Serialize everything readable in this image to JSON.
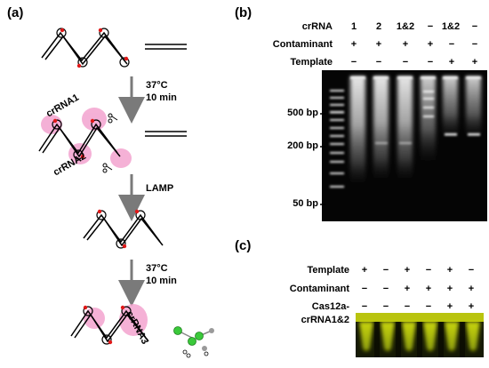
{
  "panel_a": {
    "label": "(a)",
    "step1": {
      "temp": "37°C",
      "time": "10 min"
    },
    "step2": {
      "name": "LAMP"
    },
    "step3": {
      "temp": "37°C",
      "time": "10 min"
    },
    "crrna1": "crRNA1",
    "crrna2": "crRNA2",
    "crrna3": "crRNA3"
  },
  "panel_b": {
    "label": "(b)",
    "row_labels": [
      "crRNA",
      "Contaminant",
      "Template"
    ],
    "columns": [
      {
        "crrna": "1",
        "contaminant": "+",
        "template": "−"
      },
      {
        "crrna": "2",
        "contaminant": "+",
        "template": "−"
      },
      {
        "crrna": "1&2",
        "contaminant": "+",
        "template": "−"
      },
      {
        "crrna": "−",
        "contaminant": "+",
        "template": "−"
      },
      {
        "crrna": "1&2",
        "contaminant": "−",
        "template": "+"
      },
      {
        "crrna": "−",
        "contaminant": "−",
        "template": "+"
      }
    ],
    "markers": [
      "500 bp",
      "200 bp",
      "50 bp"
    ]
  },
  "panel_c": {
    "label": "(c)",
    "row_labels": [
      "Template",
      "Contaminant",
      "Cas12a-",
      "crRNA1&2"
    ],
    "columns": [
      {
        "template": "+",
        "contaminant": "−",
        "cas": "−"
      },
      {
        "template": "−",
        "contaminant": "−",
        "cas": "−"
      },
      {
        "template": "+",
        "contaminant": "+",
        "cas": "−"
      },
      {
        "template": "−",
        "contaminant": "+",
        "cas": "−"
      },
      {
        "template": "+",
        "contaminant": "+",
        "cas": "+"
      },
      {
        "template": "−",
        "contaminant": "+",
        "cas": "+"
      }
    ]
  }
}
